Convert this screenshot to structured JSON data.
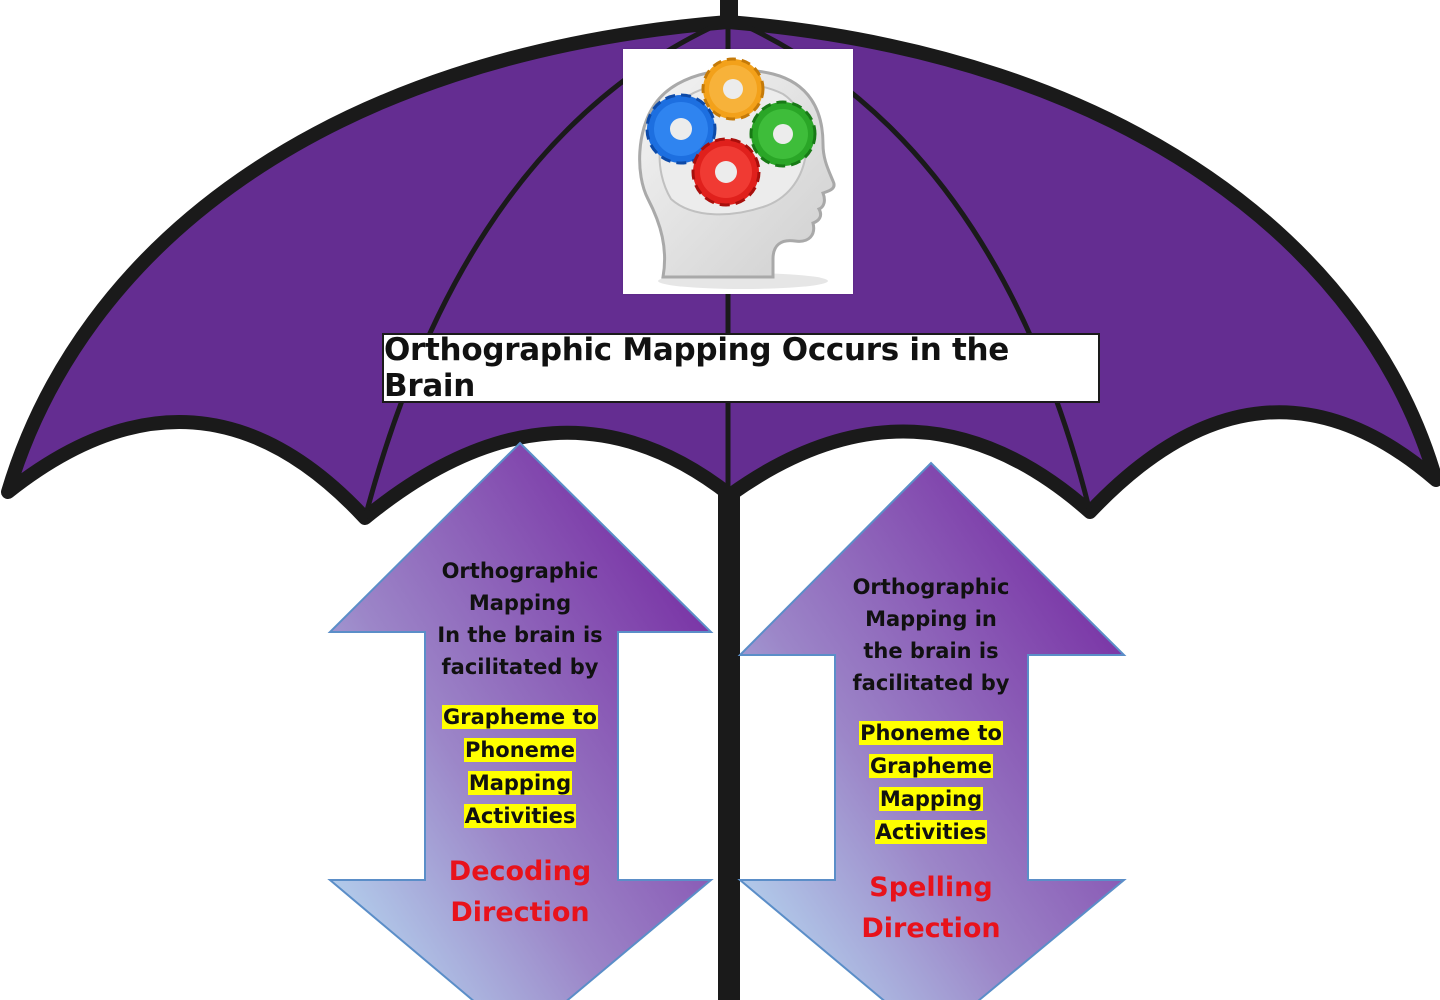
{
  "title": "Orthographic Mapping Occurs in the Brain",
  "colors": {
    "canopy": "#642d91",
    "outline": "#1a1a1a",
    "arrow_top": "#7a35a6",
    "arrow_bottom": "#b4d3ee",
    "highlight": "#ffff00",
    "direction_text": "#e8121b"
  },
  "gears": [
    "orange",
    "blue",
    "green",
    "red"
  ],
  "left_arrow": {
    "description": "Orthographic\nMapping\nIn the brain is\nfacilitated by",
    "highlight_lines": [
      "Grapheme to",
      "Phoneme",
      "Mapping",
      "Activities"
    ],
    "direction": "Decoding\nDirection"
  },
  "right_arrow": {
    "description": "Orthographic\nMapping in\nthe brain is\nfacilitated by",
    "highlight_lines": [
      "Phoneme to",
      "Grapheme",
      "Mapping",
      "Activities"
    ],
    "direction": "Spelling\nDirection"
  }
}
